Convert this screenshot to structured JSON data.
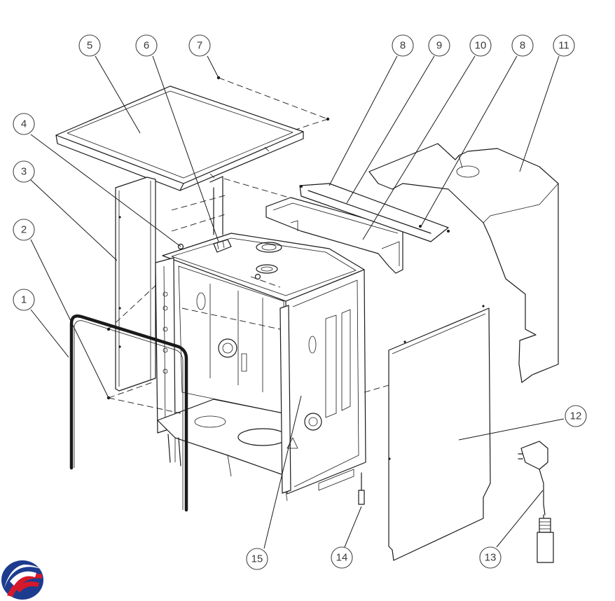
{
  "callouts": [
    {
      "id": "c1",
      "label": "1"
    },
    {
      "id": "c2",
      "label": "2"
    },
    {
      "id": "c3",
      "label": "3"
    },
    {
      "id": "c4",
      "label": "4"
    },
    {
      "id": "c5",
      "label": "5"
    },
    {
      "id": "c6",
      "label": "6"
    },
    {
      "id": "c7",
      "label": "7"
    },
    {
      "id": "c8a",
      "label": "8"
    },
    {
      "id": "c9",
      "label": "9"
    },
    {
      "id": "c10",
      "label": "10"
    },
    {
      "id": "c8b",
      "label": "8"
    },
    {
      "id": "c11",
      "label": "11"
    },
    {
      "id": "c12",
      "label": "12"
    },
    {
      "id": "c13",
      "label": "13"
    },
    {
      "id": "c14",
      "label": "14"
    },
    {
      "id": "c15",
      "label": "15"
    }
  ],
  "logo": {
    "icon": "brand-logo-icon",
    "colors": [
      "#d6192a",
      "#1d3c8f"
    ]
  }
}
